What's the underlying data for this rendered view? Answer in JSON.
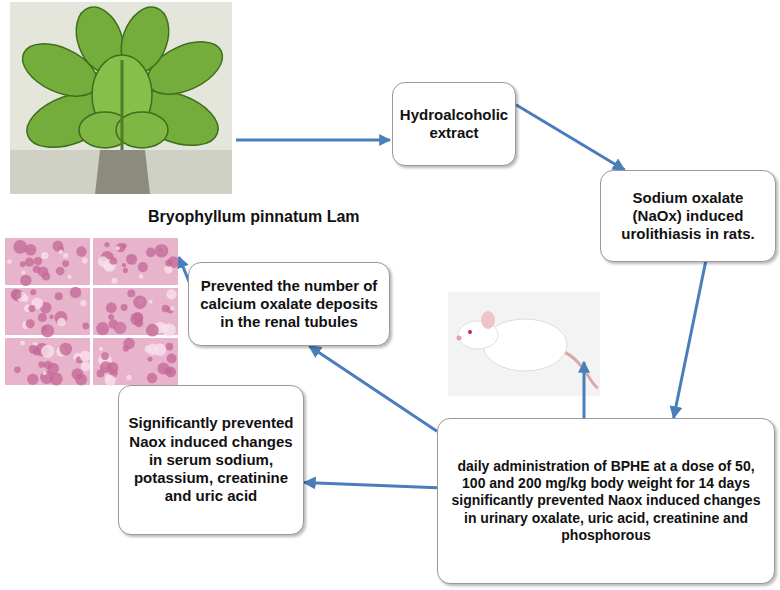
{
  "diagram": {
    "nodes": [
      {
        "text": [
          "Hydroalcoholic extract"
        ]
      },
      {
        "text": [
          "Sodium oxalate (NaOx) induced urolithiasis in rats."
        ]
      },
      {
        "text": [
          "daily administration of BPHE at a dose of 50, 100 and 200 mg/kg body weight for 14 days significantly prevented Naox induced changes in urinary oxalate, uric acid, creatinine and phosphorous"
        ]
      },
      {
        "text": [
          "Prevented the number of calcium oxalate deposits in the renal tubules"
        ]
      },
      {
        "text": [
          "Significantly prevented Naox induced changes in serum sodium, potassium, creatinine and uric acid"
        ]
      }
    ],
    "edges": [
      {
        "from": 0,
        "to": 1,
        "arrow": "to"
      },
      {
        "from": 1,
        "to": 2,
        "arrow": "to"
      },
      {
        "from": 2,
        "to": 3,
        "arrow": "to"
      },
      {
        "from": 2,
        "to": 4,
        "arrow": "to"
      }
    ],
    "labels": [
      "Bryophyllum pinnatum Lam"
    ]
  }
}
